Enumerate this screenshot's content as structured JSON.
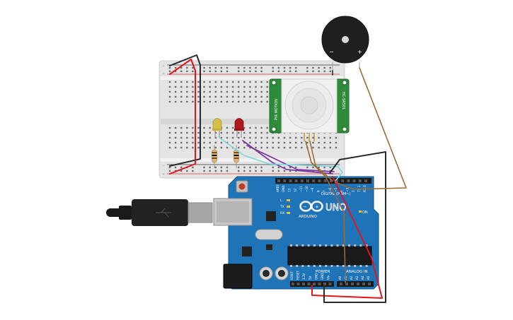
{
  "buzzer": {
    "minus_label": "−",
    "plus_label": "+"
  },
  "pir_sensor": {
    "label_left": "PIR MOTION",
    "label_right": "HC-SR501"
  },
  "arduino": {
    "logo_text": "UNO",
    "brand_text": "ARDUINO",
    "digital_header": "DIGITAL (PWM~)",
    "power_header": "POWER",
    "analog_header": "ANALOG IN",
    "led_labels": [
      "L",
      "TX",
      "RX"
    ],
    "on_label": "ON",
    "digital_pins": [
      "AREF",
      "GND",
      "13",
      "12",
      "~11",
      "~10",
      "~9",
      "8",
      "7",
      "~6",
      "~5",
      "4",
      "~3",
      "2",
      "TX 1",
      "RX 0"
    ],
    "power_pins": [
      "IOREF",
      "RESET",
      "3.3V",
      "5V",
      "GND",
      "GND",
      "Vin"
    ],
    "analog_pins": [
      "A0",
      "A1",
      "A2",
      "A3",
      "A4",
      "A5"
    ]
  },
  "leds": [
    {
      "name": "yellow-led",
      "color": "#d9c24a"
    },
    {
      "name": "red-led",
      "color": "#b81c1c"
    }
  ],
  "colors": {
    "board": "#1f73b7",
    "breadboard": "#e6e6e6",
    "pir_pcb": "#2e8b3a",
    "wire_red": "#e0161b",
    "wire_black": "#2a2a2a",
    "wire_brown": "#9a6a35",
    "wire_purple": "#7b3aa0",
    "wire_cyan": "#7ad7e0"
  }
}
